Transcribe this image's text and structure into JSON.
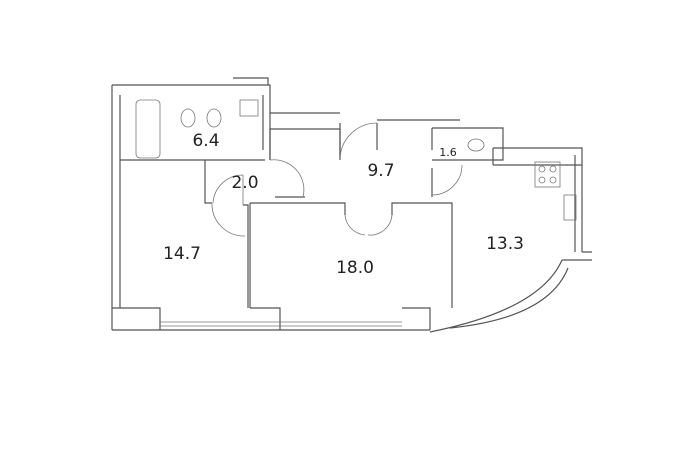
{
  "rooms": [
    {
      "id": "bathroom",
      "area": "6.4"
    },
    {
      "id": "hall-small",
      "area": "2.0"
    },
    {
      "id": "corridor",
      "area": "9.7"
    },
    {
      "id": "wc",
      "area": "1.6"
    },
    {
      "id": "bedroom-left",
      "area": "14.7"
    },
    {
      "id": "living-room",
      "area": "18.0"
    },
    {
      "id": "kitchen",
      "area": "13.3"
    }
  ],
  "colors": {
    "wall": "#555555",
    "text": "#222222",
    "background": "#ffffff"
  }
}
